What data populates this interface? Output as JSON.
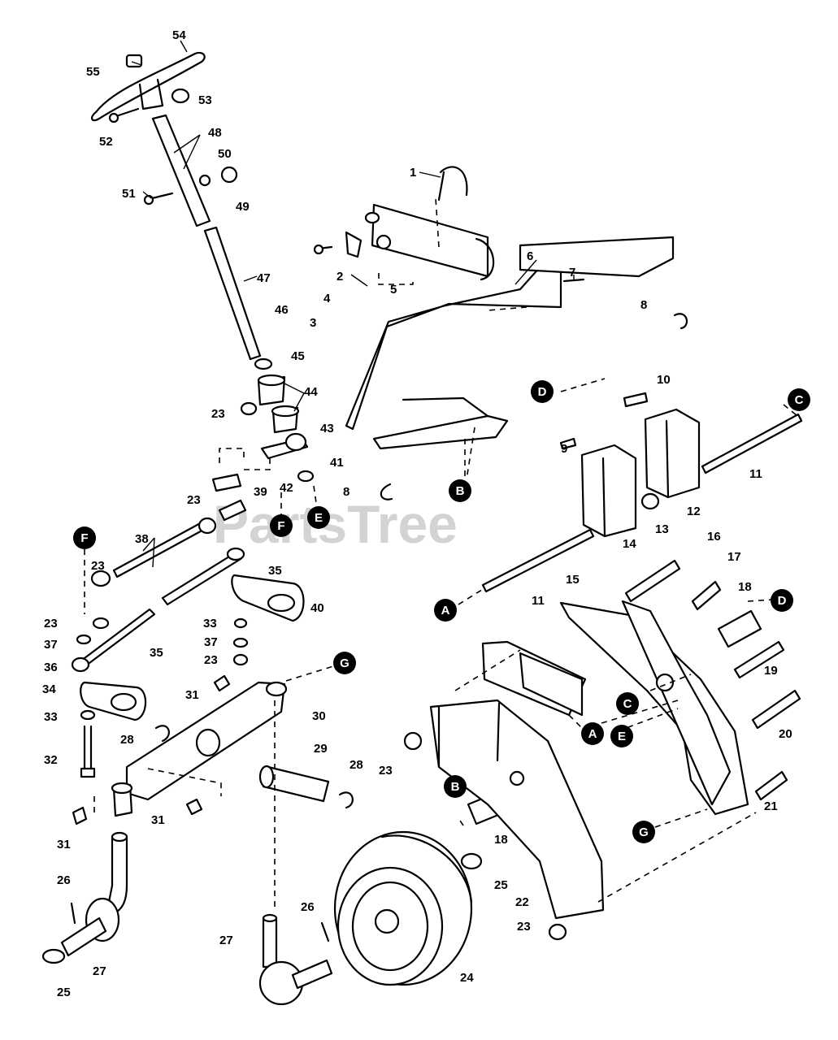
{
  "watermark": "PartsTree",
  "callouts": {
    "c1": "1",
    "c2": "2",
    "c3": "3",
    "c4": "4",
    "c5": "5",
    "c6": "6",
    "c7": "7",
    "c8a": "8",
    "c8b": "8",
    "c9": "9",
    "c10": "10",
    "c11a": "11",
    "c11b": "11",
    "c12": "12",
    "c13": "13",
    "c14": "14",
    "c15": "15",
    "c16": "16",
    "c17": "17",
    "c18a": "18",
    "c18b": "18",
    "c19": "19",
    "c20": "20",
    "c21": "21",
    "c22": "22",
    "c23a": "23",
    "c23b": "23",
    "c23c": "23",
    "c23d": "23",
    "c23e": "23",
    "c23f": "23",
    "c23g": "23",
    "c24": "24",
    "c25a": "25",
    "c25b": "25",
    "c26a": "26",
    "c26b": "26",
    "c27a": "27",
    "c27b": "27",
    "c28a": "28",
    "c28b": "28",
    "c29": "29",
    "c30": "30",
    "c31a": "31",
    "c31b": "31",
    "c31c": "31",
    "c32": "32",
    "c33a": "33",
    "c33b": "33",
    "c34": "34",
    "c35a": "35",
    "c35b": "35",
    "c36": "36",
    "c37a": "37",
    "c37b": "37",
    "c38": "38",
    "c39": "39",
    "c40": "40",
    "c41": "41",
    "c42": "42",
    "c43": "43",
    "c44": "44",
    "c45": "45",
    "c46": "46",
    "c47": "47",
    "c48": "48",
    "c49": "49",
    "c50": "50",
    "c51": "51",
    "c52": "52",
    "c53": "53",
    "c54": "54",
    "c55": "55"
  },
  "connectors": {
    "A1": "A",
    "A2": "A",
    "B1": "B",
    "B2": "B",
    "C1": "C",
    "C2": "C",
    "D1": "D",
    "D2": "D",
    "E1": "E",
    "E2": "E",
    "F1": "F",
    "F2": "F",
    "G1": "G",
    "G2": "G"
  }
}
